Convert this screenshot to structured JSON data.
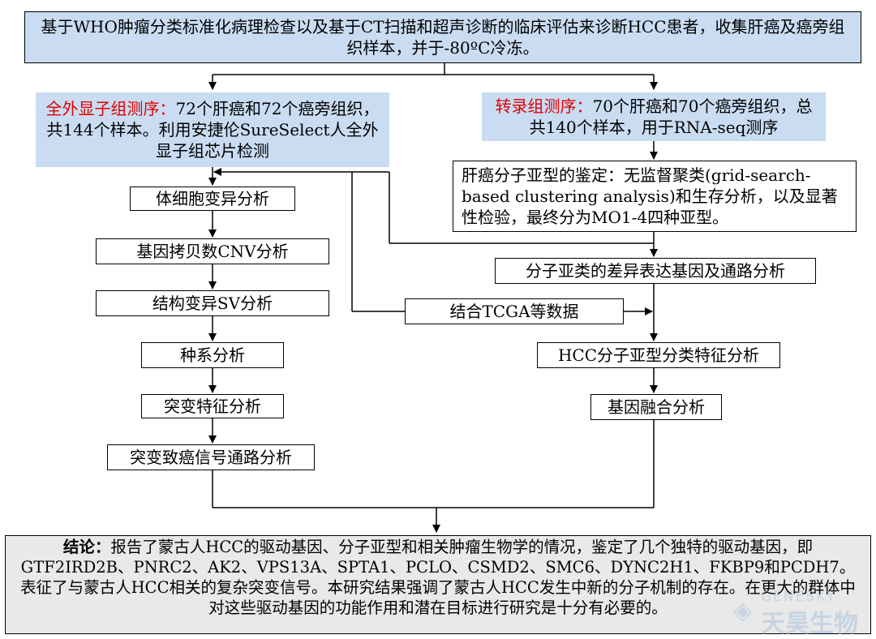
{
  "top": {
    "text": "基于WHO肿瘤分类标准化病理检查以及基于CT扫描和超声诊断的临床评估来诊断HCC患者，收集肝癌及癌旁组织样本，并于-80ºC冷冻。"
  },
  "wes": {
    "label": "全外显子组测序：",
    "text": "72个肝癌和72个癌旁组织，共144个样本。利用安捷伦SureSelect人全外显子组芯片检测"
  },
  "rna": {
    "label": "转录组测序：",
    "text": "70个肝癌和70个癌旁组织，总共140个样本，用于RNA-seq测序"
  },
  "left_steps": [
    "体细胞变异分析",
    "基因拷贝数CNV分析",
    "结构变异SV分析",
    "种系分析",
    "突变特征分析",
    "突变致癌信号通路分析"
  ],
  "subtype": "肝癌分子亚型的鉴定：无监督聚类(grid-search-based clustering analysis)和生存分析，以及显著性检验，最终分为MO1-4四种亚型。",
  "right_steps": [
    "分子亚类的差异表达基因及通路分析",
    "HCC分子亚型分类特征分析",
    "基因融合分析"
  ],
  "tcga": "结合TCGA等数据",
  "conclusion": {
    "label": "结论：",
    "text": "报告了蒙古人HCC的驱动基因、分子亚型和相关肿瘤生物学的情况，鉴定了几个独特的驱动基因，即GTF2IRD2B、PNRC2、AK2、VPS13A、SPTA1、PCLO、CSMD2、SMC6、DYNC2H1、FKBP9和PCDH7。表征了与蒙古人HCC相关的复杂突变信号。本研究结果强调了蒙古人HCC发生中新的分子机制的存在。在更大的群体中对这些驱动基因的功能作用和潜在目标进行研究是十分有必要的。"
  },
  "watermark": {
    "brand": "GENESKY",
    "cn": "天昊生物"
  }
}
